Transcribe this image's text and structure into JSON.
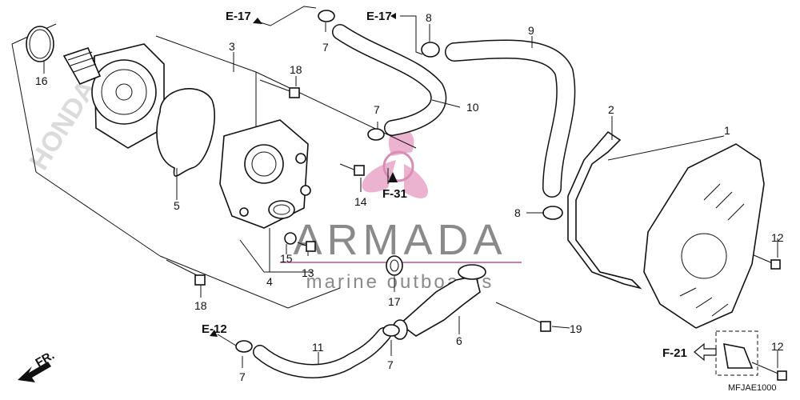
{
  "diagram": {
    "code": "MFJAE1000",
    "direction_label": "FR.",
    "watermark": {
      "brand": "ARMADA",
      "tagline": "marine outboards",
      "side_brand": "HONDA"
    },
    "part_numbers": {
      "p1": "1",
      "p2": "2",
      "p3": "3",
      "p4": "4",
      "p5": "5",
      "p6": "6",
      "p7a": "7",
      "p7b": "7",
      "p7c": "7",
      "p7d": "7",
      "p8a": "8",
      "p8b": "8",
      "p9": "9",
      "p10": "10",
      "p11": "11",
      "p12a": "12",
      "p12b": "12",
      "p13": "13",
      "p14": "14",
      "p15": "15",
      "p16": "16",
      "p17": "17",
      "p18a": "18",
      "p18b": "18",
      "p19": "19"
    },
    "references": {
      "e17a": "E-17",
      "e17b": "E-17",
      "e12": "E-12",
      "f31": "F-31",
      "f21": "F-21"
    }
  }
}
